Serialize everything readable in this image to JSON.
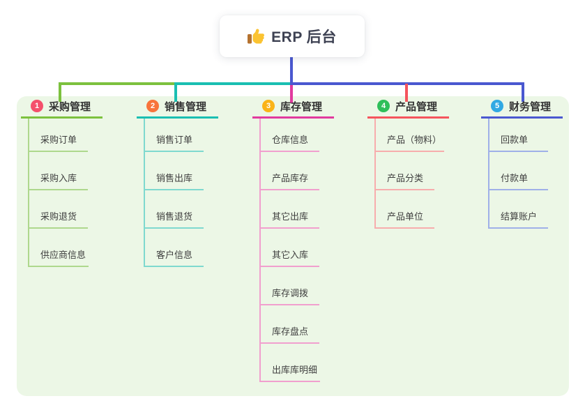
{
  "root": {
    "label": "ERP 后台",
    "icon": "thumbs-up-icon",
    "icon_color": "#fbc331",
    "icon_cuff_color": "#b5722f"
  },
  "panel": {
    "background": "#ecf7e6"
  },
  "connectors": {
    "root_line_color": "#4a58d0"
  },
  "branches": [
    {
      "id": "purchase",
      "num": "1",
      "label": "采购管理",
      "badge_color": "#f4506c",
      "line_color": "#7cc13e",
      "child_line_color": "#aed88d",
      "children": [
        "采购订单",
        "采购入库",
        "采购退货",
        "供应商信息"
      ]
    },
    {
      "id": "sales",
      "num": "2",
      "label": "销售管理",
      "badge_color": "#f8743b",
      "line_color": "#1abfb2",
      "child_line_color": "#7fd9cf",
      "children": [
        "销售订单",
        "销售出库",
        "销售退货",
        "客户信息"
      ]
    },
    {
      "id": "inventory",
      "num": "3",
      "label": "库存管理",
      "badge_color": "#fab317",
      "line_color": "#e13a9e",
      "child_line_color": "#f19fce",
      "children": [
        "仓库信息",
        "产品库存",
        "其它出库",
        "其它入库",
        "库存调拨",
        "库存盘点",
        "出库库明细"
      ]
    },
    {
      "id": "product",
      "num": "4",
      "label": "产品管理",
      "badge_color": "#2fbf5a",
      "line_color": "#f5545d",
      "child_line_color": "#f7adad",
      "children": [
        "产品（物料）",
        "产品分类",
        "产品单位"
      ]
    },
    {
      "id": "finance",
      "num": "5",
      "label": "财务管理",
      "badge_color": "#31a9e3",
      "line_color": "#4a58d0",
      "child_line_color": "#9fb0e8",
      "children": [
        "回款单",
        "付款单",
        "结算账户"
      ]
    }
  ]
}
